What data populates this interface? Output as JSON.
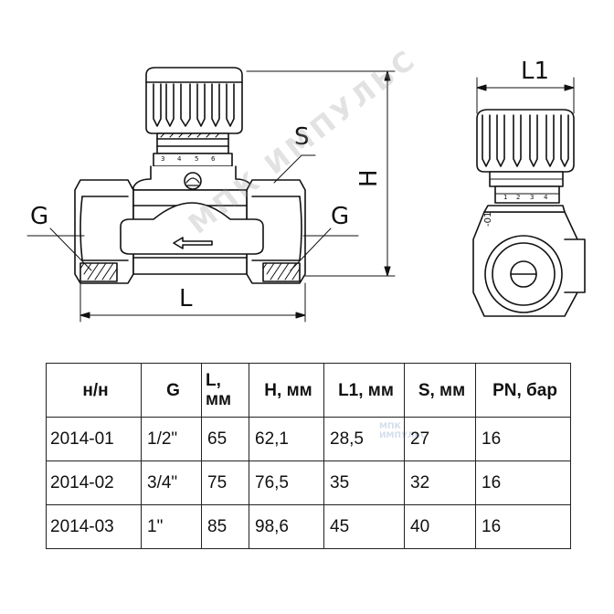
{
  "drawing": {
    "front_view": {
      "dim_L": "L",
      "dim_H": "H",
      "dim_S": "S",
      "port_left": "G",
      "port_right": "G",
      "scale_numbers": [
        "3",
        "4",
        "5",
        "6"
      ]
    },
    "side_view": {
      "dim_L1": "L1",
      "scale_numbers": [
        "1",
        "2",
        "3",
        "4"
      ],
      "mark": "-01"
    }
  },
  "watermark": {
    "text": "МПК ИМПУЛЬС",
    "small_line1": "МПК",
    "small_line2": "ИМПУЛЬС"
  },
  "table": {
    "headers": [
      "н/н",
      "G",
      "L,\nмм",
      "H, мм",
      "L1, мм",
      "S, мм",
      "PN, бар"
    ],
    "rows": [
      [
        "2014-01",
        "1/2\"",
        "65",
        "62,1",
        "28,5",
        "27",
        "16"
      ],
      [
        "2014-02",
        "3/4\"",
        "75",
        "76,5",
        "35",
        "32",
        "16"
      ],
      [
        "2014-03",
        "1\"",
        "85",
        "98,6",
        "45",
        "40",
        "16"
      ]
    ]
  }
}
